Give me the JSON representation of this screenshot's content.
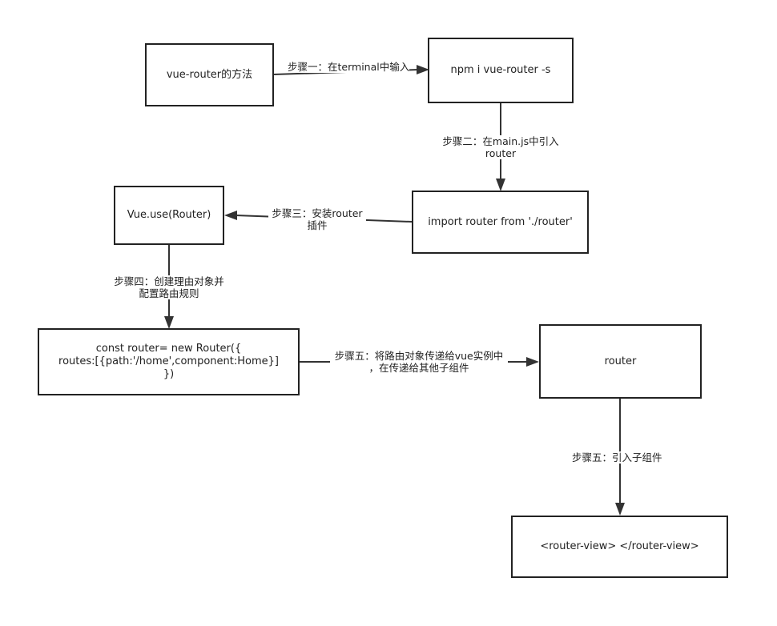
{
  "nodes": {
    "method": "vue-router的方法",
    "npm": "npm i vue-router -s",
    "import": "import router from './router'",
    "vue_use": "Vue.use(Router)",
    "const_router": {
      "line1": "const router= new Router({",
      "line2": "routes:[{path:'/home',component:Home}]",
      "line3": "})"
    },
    "router": "router",
    "router_view": "<router-view> </router-view>"
  },
  "edges": {
    "step1": "步骤一：在terminal中输入",
    "step2": {
      "line1": "步骤二：在main.js中引入",
      "line2": "router"
    },
    "step3": {
      "line1": "步骤三：安装router",
      "line2": "插件"
    },
    "step4": {
      "line1": "步骤四：创建理由对象并",
      "line2": "配置路由规则"
    },
    "step5": {
      "line1": "步骤五：将路由对象传递给vue实例中",
      "line2": "，在传递给其他子组件"
    },
    "step6": "步骤五：引入子组件"
  },
  "colors": {
    "stroke": "#222222",
    "background": "#ffffff"
  }
}
